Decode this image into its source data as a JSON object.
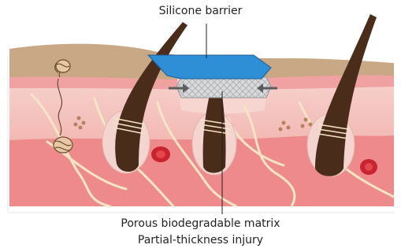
{
  "labels": {
    "top": "Silicone barrier",
    "bottom_line1": "Porous biodegradable matrix",
    "bottom_line2": "Partial-thickness injury"
  },
  "colors": {
    "background": "#ffffff",
    "dermis_deep": "#ee8a8c",
    "dermis_upper": "#f6c8c4",
    "epidermis": "#f0a0a0",
    "stratum_corneum": "#c9a886",
    "silicone_barrier": "#2e8ed6",
    "matrix": "#d9dadc",
    "hair_shaft": "#4a2c1a",
    "blood_vessel": "#c8242e",
    "nerve_fiber": "#f3e6c4",
    "sweat_gland": "#e6c8a4",
    "leader_line": "#231f20",
    "text": "#231f20"
  }
}
